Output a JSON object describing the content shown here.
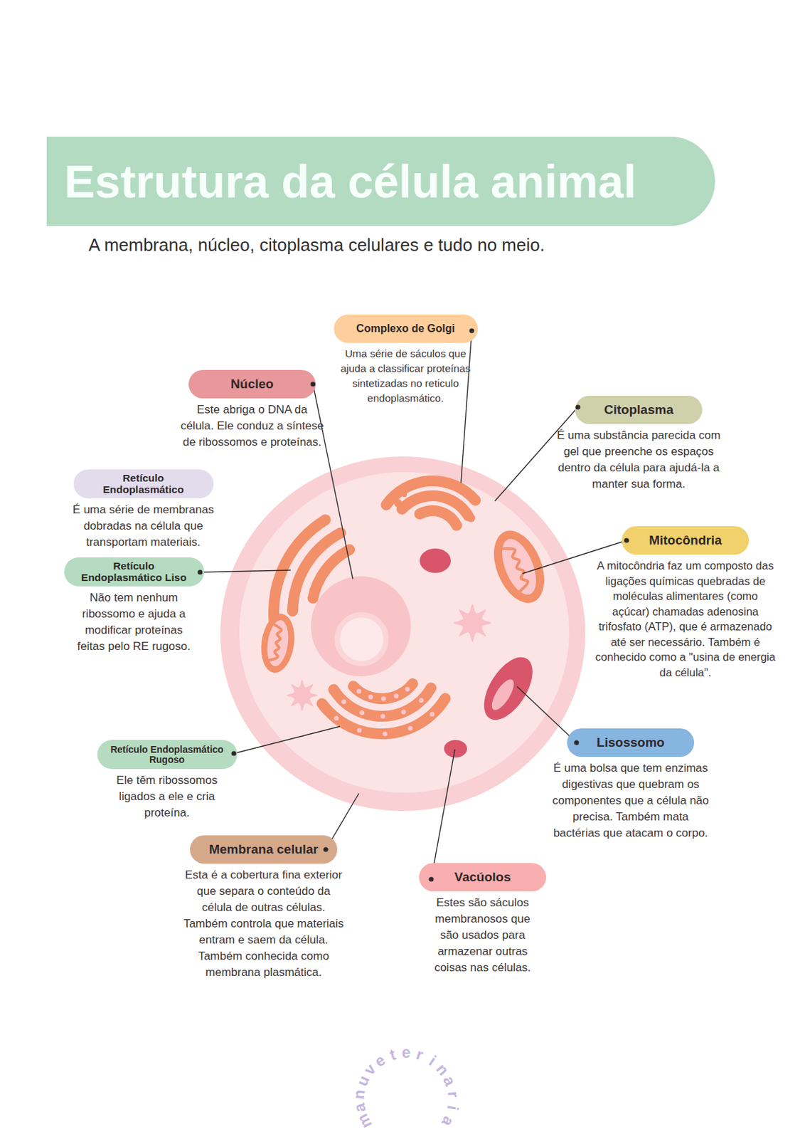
{
  "diagram": {
    "title": "Estrutura da célula animal",
    "caption": "A membrana, núcleo, citoplasma celulares e tudo no meio.",
    "nodes": [
      {
        "text": [
          "Complexo de Golgi",
          "Uma série de sáculos que ajuda a classificar proteínas sintetizadas no reticulo endoplasmático."
        ]
      },
      {
        "text": [
          "Núcleo",
          "Este abriga o DNA da célula. Ele conduz a síntese de ribossomos e proteínas."
        ]
      },
      {
        "text": [
          "Citoplasma",
          "É uma substância parecida com gel que preenche os espaços dentro da célula para ajudá-la a manter sua forma."
        ]
      },
      {
        "text": [
          "Retículo Endoplasmático",
          "É uma série de membranas dobradas na célula que transportam materiais."
        ]
      },
      {
        "text": [
          "Mitocôndria",
          "A mitocôndria faz um composto das ligações químicas quebradas de moléculas alimentares (como açúcar) chamadas adenosina trifosfato (ATP), que é armazenado até ser necessário. Também é conhecido como a \"usina de energia da célula\"."
        ]
      },
      {
        "text": [
          "Retículo Endoplasmático Liso",
          "Não tem nenhum ribossomo e ajuda a modificar proteínas feitas pelo RE rugoso."
        ]
      },
      {
        "text": [
          "Lisossomo",
          "É uma bolsa que tem enzimas digestivas que quebram os componentes que a célula não precisa. Também mata bactérias que atacam o corpo."
        ]
      },
      {
        "text": [
          "Retículo Endoplasmático Rugoso",
          "Ele têm ribossomos ligados a ele e cria proteína."
        ]
      },
      {
        "text": [
          "Membrana celular",
          "Esta é a cobertura fina exterior que separa o conteúdo da célula de outras células. Também controla que materiais entram e saem da célula. Também conhecida como membrana plasmática."
        ]
      },
      {
        "text": [
          "Vacúolos",
          "Estes são sáculos membranosos que são usados para armazenar outras coisas nas células."
        ]
      }
    ],
    "labels": [
      "manuveterinaria"
    ]
  }
}
